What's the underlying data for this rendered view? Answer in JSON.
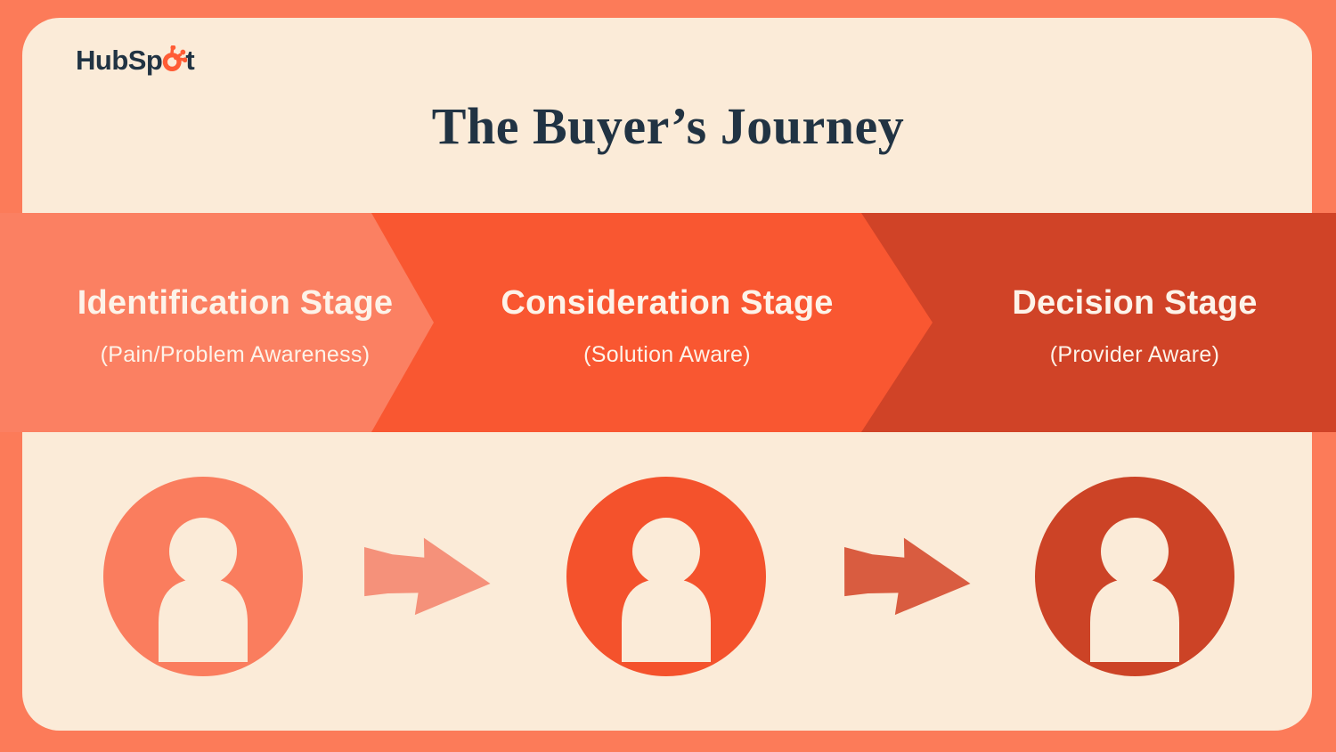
{
  "logo": {
    "text_before": "HubSp",
    "text_after": "t",
    "sprocket_color": "#ff5c35",
    "text_color": "#213343"
  },
  "title": "The Buyer’s Journey",
  "colors": {
    "page_bg": "#fc7b59",
    "card_bg": "#fbebd8",
    "navy": "#213343",
    "banner_text": "#fdf3e9"
  },
  "stages": [
    {
      "name": "Identification Stage",
      "subtitle": "(Pain/Problem Awareness)",
      "arrow_color": "#fb8062",
      "icon_color": "#fa7d5e"
    },
    {
      "name": "Consideration Stage",
      "subtitle": "(Solution Aware)",
      "arrow_color": "#f95731",
      "icon_color": "#f4522c"
    },
    {
      "name": "Decision Stage",
      "subtitle": "(Provider Aware)",
      "arrow_color": "#d04327",
      "icon_color": "#cc4326"
    }
  ],
  "connectors": [
    {
      "color": "#f5917a"
    },
    {
      "color": "#d95c40"
    }
  ]
}
